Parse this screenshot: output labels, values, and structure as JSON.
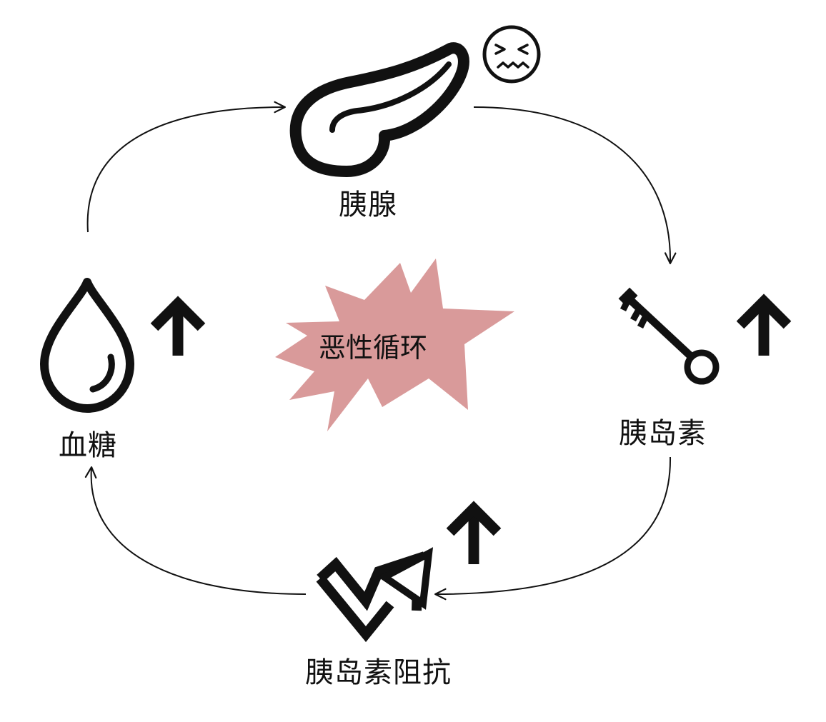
{
  "nodes": {
    "pancreas": {
      "label": "胰腺",
      "icon": "pancreas-icon"
    },
    "blood_sugar": {
      "label": "血糖",
      "icon": "blood-drop-icon",
      "trend": "up"
    },
    "insulin": {
      "label": "胰岛素",
      "icon": "key-icon",
      "trend": "up"
    },
    "insulin_resistance": {
      "label": "胰岛素阻抗",
      "icon": "zigzag-arrow-icon",
      "trend": "up"
    }
  },
  "center": {
    "label": "恶性循环",
    "icon": "burst-icon"
  },
  "status_icon": "distressed-face-icon",
  "colors": {
    "burst": "#d99a9a",
    "ink": "#111111"
  }
}
